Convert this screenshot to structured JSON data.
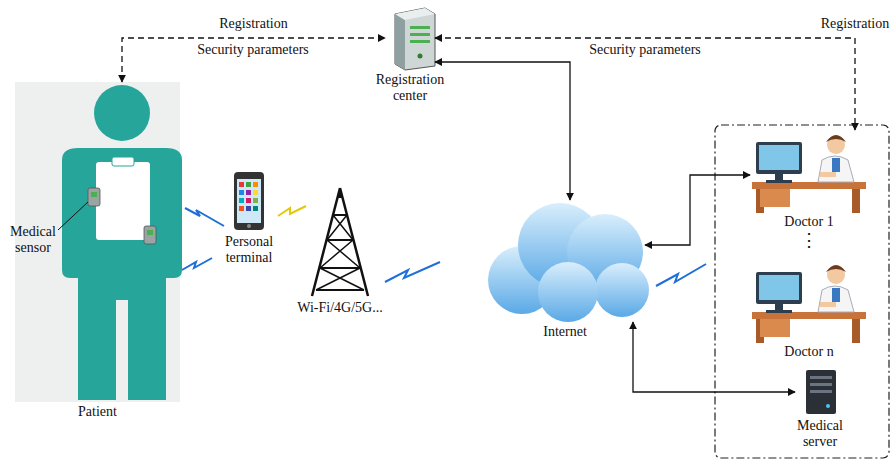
{
  "diagram": {
    "nodes": [
      {
        "text": [
          "Registration center"
        ]
      },
      {
        "text": [
          "Patient"
        ]
      },
      {
        "text": [
          "Personal terminal"
        ]
      },
      {
        "text": [
          "Wi-Fi/4G/5G..."
        ]
      },
      {
        "text": [
          "Internet"
        ]
      },
      {
        "text": [
          "Doctor 1"
        ]
      },
      {
        "text": [
          "Doctor n"
        ]
      },
      {
        "text": [
          "Medical server"
        ]
      }
    ],
    "edges": [
      {
        "from": 1,
        "to": 0,
        "arrow": "both",
        "label": "Registration"
      },
      {
        "from": 0,
        "to": 5,
        "arrow": "both",
        "label": "Registration"
      },
      {
        "from": 0,
        "to": 4,
        "arrow": "both"
      },
      {
        "from": 4,
        "to": 5,
        "arrow": "both"
      },
      {
        "from": 4,
        "to": 7,
        "arrow": "both"
      }
    ],
    "labels": [
      "Security parameters",
      "Security parameters",
      "Medical sensor",
      "⋮"
    ]
  }
}
